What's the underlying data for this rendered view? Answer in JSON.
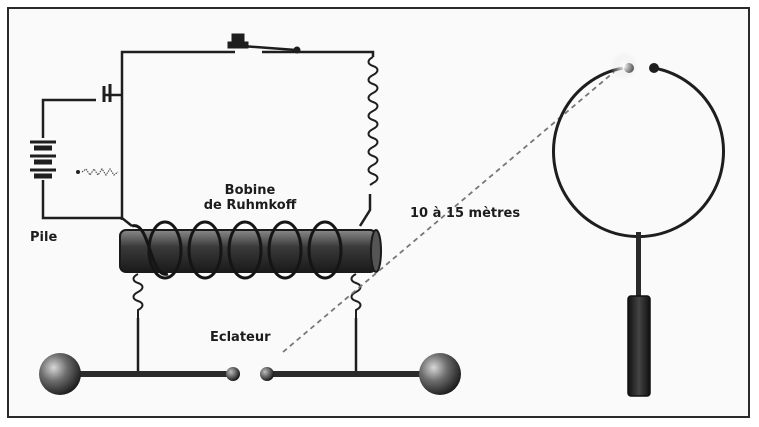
{
  "labels": {
    "coil_line1": "Bobine",
    "coil_line2": "de Ruhmkoff",
    "battery": "Pile",
    "spark_gap": "Eclateur",
    "distance": "10 à 15 mètres"
  },
  "colors": {
    "wire": "#1e1e1e",
    "core": "#3a3a3a",
    "background": "#fafafa",
    "spark": "#e9e9e9"
  }
}
